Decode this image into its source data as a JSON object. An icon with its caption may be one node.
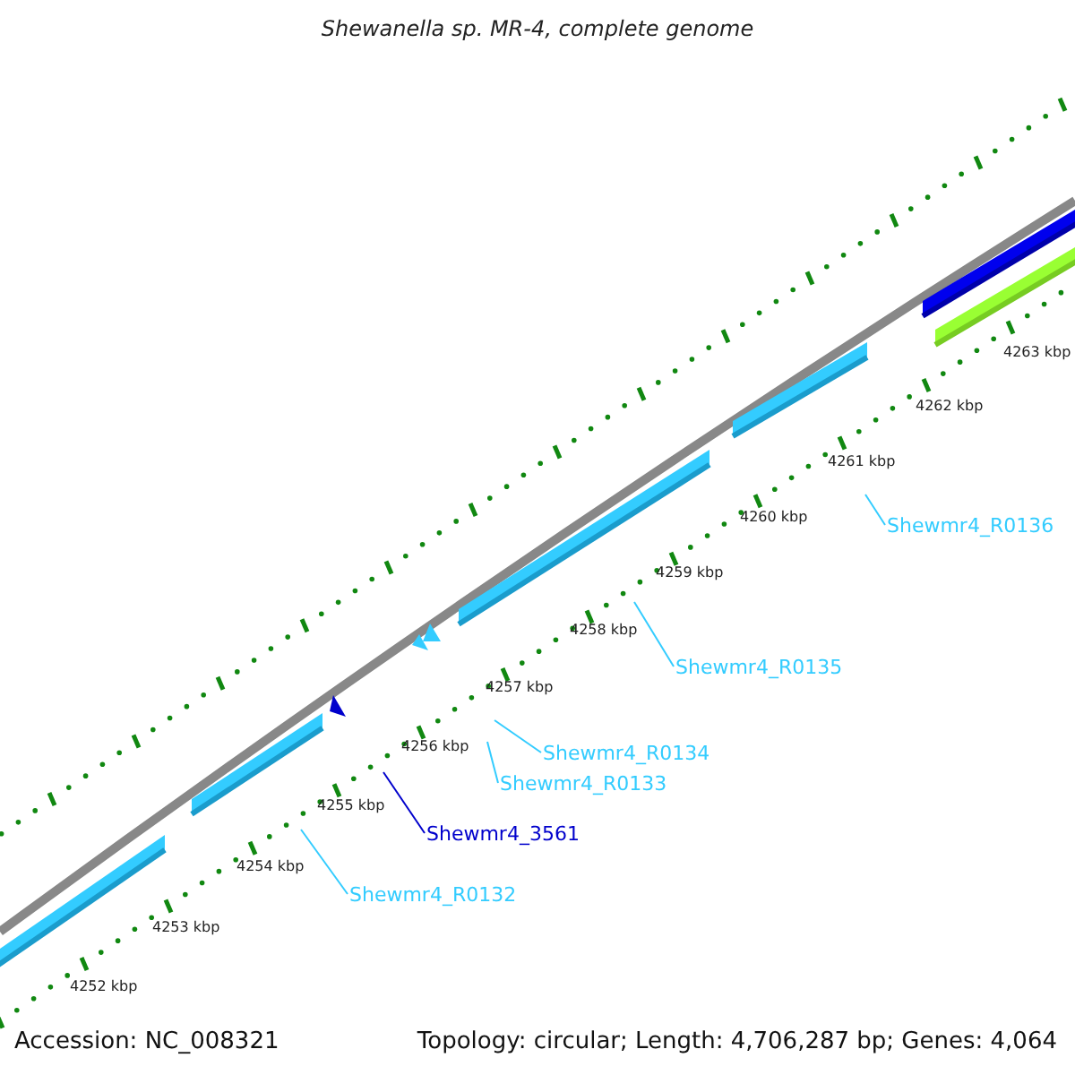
{
  "diagram": {
    "title": "Shewanella sp. MR-4, complete genome",
    "nodes": [
      {
        "text": [
          "Shewmr4_R0132"
        ]
      },
      {
        "text": [
          "Shewmr4_3561"
        ]
      },
      {
        "text": [
          "Shewmr4_R0133"
        ]
      },
      {
        "text": [
          "Shewmr4_R0134"
        ]
      },
      {
        "text": [
          "Shewmr4_R0135"
        ]
      },
      {
        "text": [
          "Shewmr4_R0136"
        ]
      }
    ],
    "edges": [
      {
        "from": 0,
        "to": null,
        "arrow": "none"
      },
      {
        "from": 1,
        "to": null,
        "arrow": "none",
        "color": "#0000cc"
      },
      {
        "from": 2,
        "to": null,
        "arrow": "none"
      },
      {
        "from": 3,
        "to": null,
        "arrow": "none"
      },
      {
        "from": 4,
        "to": null,
        "arrow": "none"
      },
      {
        "from": 5,
        "to": null,
        "arrow": "none"
      }
    ],
    "labels": [
      "4252 kbp",
      "4253 kbp",
      "4254 kbp",
      "4255 kbp",
      "4256 kbp",
      "4257 kbp",
      "4258 kbp",
      "4259 kbp",
      "4260 kbp",
      "4261 kbp",
      "4262 kbp",
      "4263 kbp",
      "Accession: NC_008321",
      "Topology: circular; Length: 4,706,287 bp; Genes: 4,064"
    ]
  }
}
